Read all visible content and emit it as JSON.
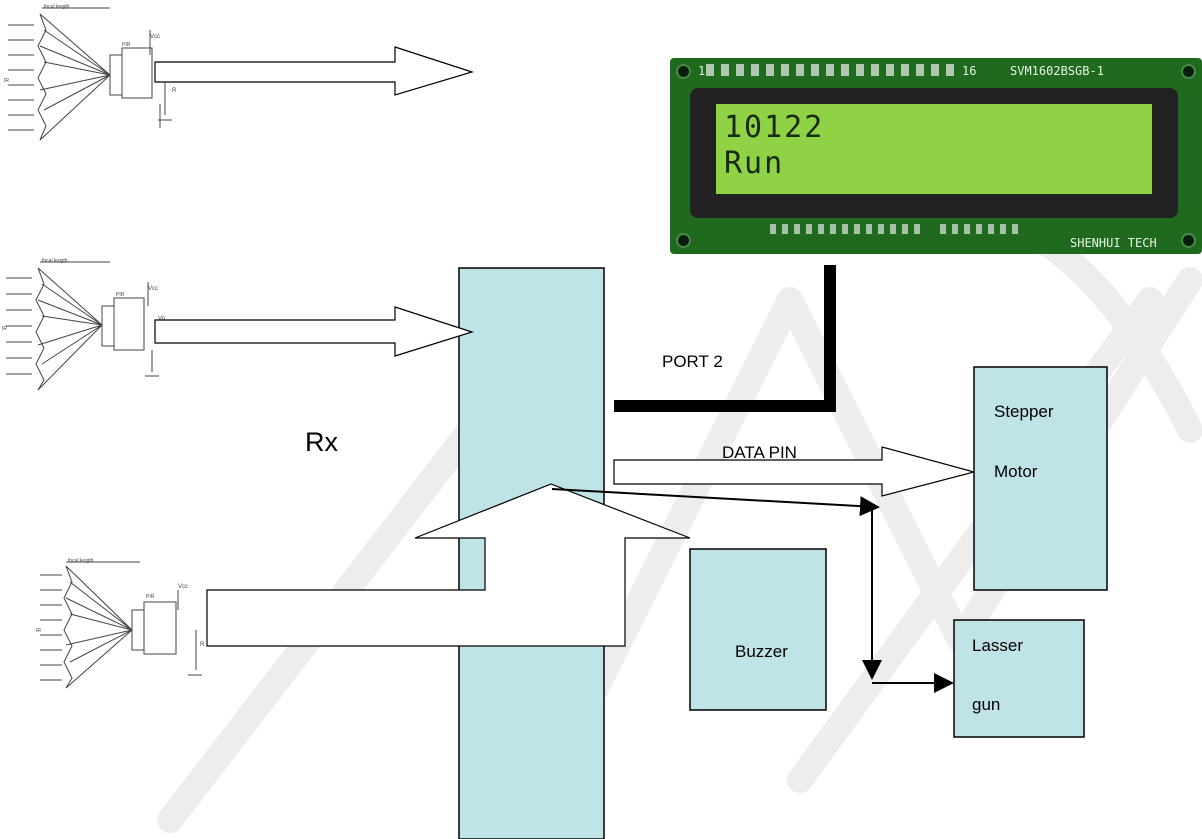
{
  "sensors": [
    {
      "focal_label": "focal length",
      "ir_label": "IR",
      "pir_label": "PIR",
      "vcc_label": "Vcc",
      "out_label": "R"
    },
    {
      "focal_label": "focal length",
      "ir_label": "IR",
      "pir_label": "PIR",
      "vcc_label": "Vcc",
      "out_label": "Vo"
    },
    {
      "focal_label": "focal length",
      "ir_label": "IR",
      "pir_label": "PIR",
      "vcc_label": "Vcc",
      "out_label": "R"
    }
  ],
  "lcd": {
    "pin_start": "1",
    "pin_end": "16",
    "model": "SVM1602BSGB-1",
    "line1": "10122",
    "line2": "Run",
    "maker": "SHENHUI TECH"
  },
  "labels": {
    "rx": "Rx",
    "port2": "PORT 2",
    "data_pin": "DATA PIN",
    "stepper_line1": "Stepper",
    "stepper_line2": "Motor",
    "buzzer": "Buzzer",
    "laser_line1": "Lasser",
    "laser_line2": "gun"
  },
  "colors": {
    "block_fill": "#bfe3e6",
    "lcd_board": "#1f6a1f",
    "lcd_screen": "#8fd246",
    "watermark": "#e9e9e9"
  }
}
